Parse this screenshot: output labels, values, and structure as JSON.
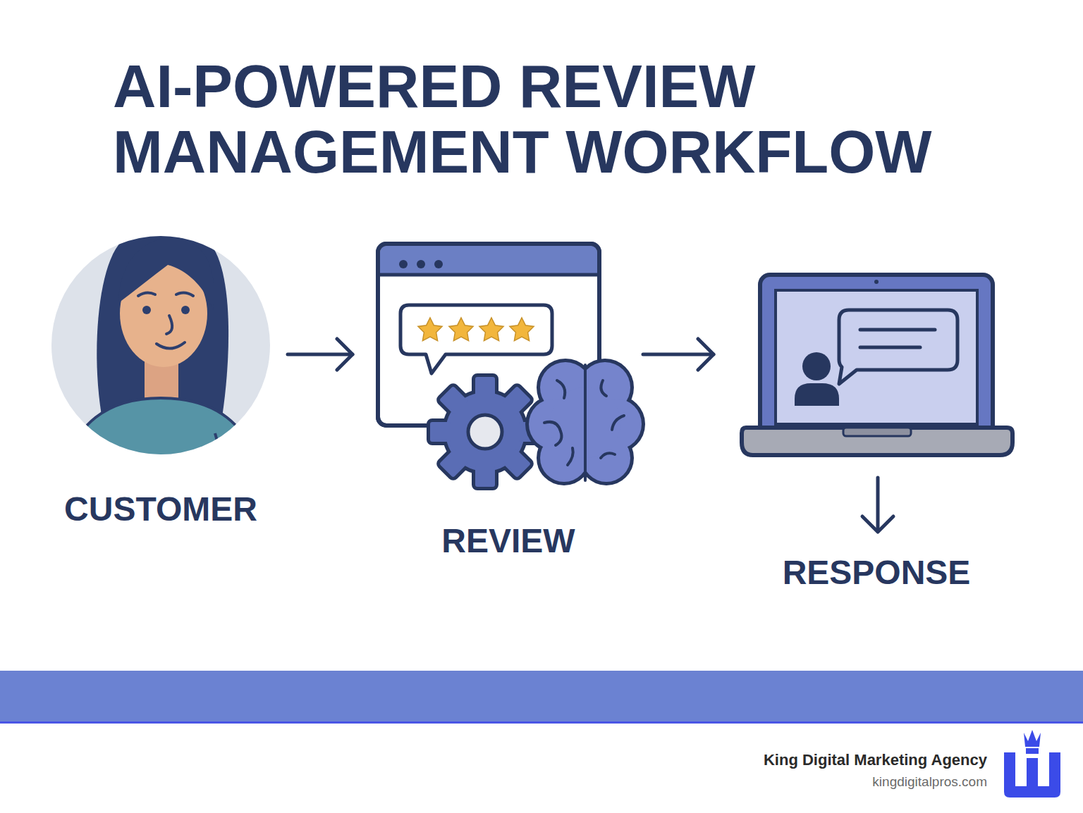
{
  "diagram": {
    "title": "AI-POWERED REVIEW MANAGEMENT WORKFLOW",
    "nodes": [
      {
        "text": [
          "CUSTOMER"
        ]
      },
      {
        "text": [
          "REVIEW"
        ]
      },
      {
        "text": [
          "RESPONSE"
        ]
      }
    ],
    "edges": [
      {
        "from": 0,
        "to": 1,
        "arrow": "to"
      },
      {
        "from": 1,
        "to": 2,
        "arrow": "to"
      }
    ],
    "labels": [
      "King Digital Marketing Agency",
      "kingdigitalpros.com"
    ]
  }
}
